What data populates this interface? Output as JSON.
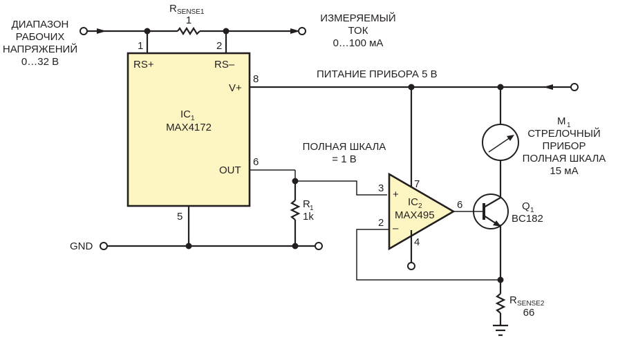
{
  "diagram": {
    "input": {
      "lines": [
        "ДИАПАЗОН",
        "РАБОЧИХ",
        "НАПРЯЖЕНИЙ",
        "0…32 В"
      ]
    },
    "output": {
      "lines": [
        "ИЗМЕРЯЕМЫЙ",
        "ТОК",
        "0…100 мА"
      ]
    },
    "rsense1": {
      "name": "R",
      "sub": "SENSE1",
      "value": "1"
    },
    "ic1": {
      "name": "IC",
      "sub": "1",
      "part": "MAX4172",
      "pins": {
        "rs_plus": "RS+",
        "rs_minus": "RS–",
        "vplus": "V+",
        "out": "OUT"
      },
      "pin_numbers": {
        "p1": "1",
        "p2": "2",
        "p8": "8",
        "p6": "6",
        "p5": "5"
      }
    },
    "supply_label": "ПИТАНИЕ ПРИБОРА 5 В",
    "fullscale_label": [
      "ПОЛНАЯ ШКАЛА",
      "= 1 В"
    ],
    "r1": {
      "name": "R",
      "sub": "1",
      "value": "1k"
    },
    "gnd_label": "GND",
    "ic2": {
      "name": "IC",
      "sub": "2",
      "part": "MAX495",
      "plus": "+",
      "minus": "–",
      "pin_numbers": {
        "p3": "3",
        "p2": "2",
        "p7": "7",
        "p4": "4",
        "p6": "6"
      }
    },
    "q1": {
      "name": "Q",
      "sub": "1",
      "part": "BC182"
    },
    "m1": {
      "name": "M",
      "sub": "1",
      "lines": [
        "СТРЕЛОЧНЫЙ",
        "ПРИБОР",
        "ПОЛНАЯ ШКАЛА",
        "15 мА"
      ]
    },
    "rsense2": {
      "name": "R",
      "sub": "SENSE2",
      "value": "66"
    }
  }
}
